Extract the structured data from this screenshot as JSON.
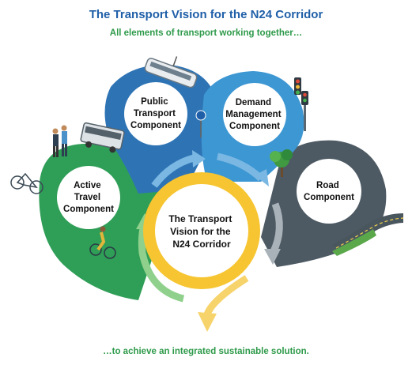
{
  "title": "The Transport Vision for the N24 Corridor",
  "subtitle": "All elements of transport working together…",
  "footer": "…to achieve an integrated sustainable solution.",
  "components": {
    "public_transport": [
      "Public",
      "Transport",
      "Component"
    ],
    "demand_management": [
      "Demand",
      "Management",
      "Component"
    ],
    "road": [
      "Road",
      "Component"
    ],
    "active_travel": [
      "Active",
      "Travel",
      "Component"
    ],
    "vision": [
      "The Transport",
      "Vision for the",
      "N24 Corridor"
    ]
  },
  "colors": {
    "title": "#1f5fa8",
    "subtitle": "#2e9a4a",
    "public_transport": "#2e74b5",
    "demand_management": "#3d97d3",
    "road": "#4d5a63",
    "active_travel": "#2f9e57",
    "vision": "#f6c531",
    "arrow_blue": "#7ab8e3",
    "arrow_green": "#8fd18c",
    "arrow_grey": "#a9b2b8",
    "arrow_yellow": "#f7d36b"
  },
  "icons": [
    "tram-icon",
    "bus-icon",
    "traffic-light-icon",
    "road-sign-icon",
    "tree-icon",
    "bicycle-icon",
    "cyclist-icon",
    "pedestrians-icon",
    "road-icon"
  ]
}
